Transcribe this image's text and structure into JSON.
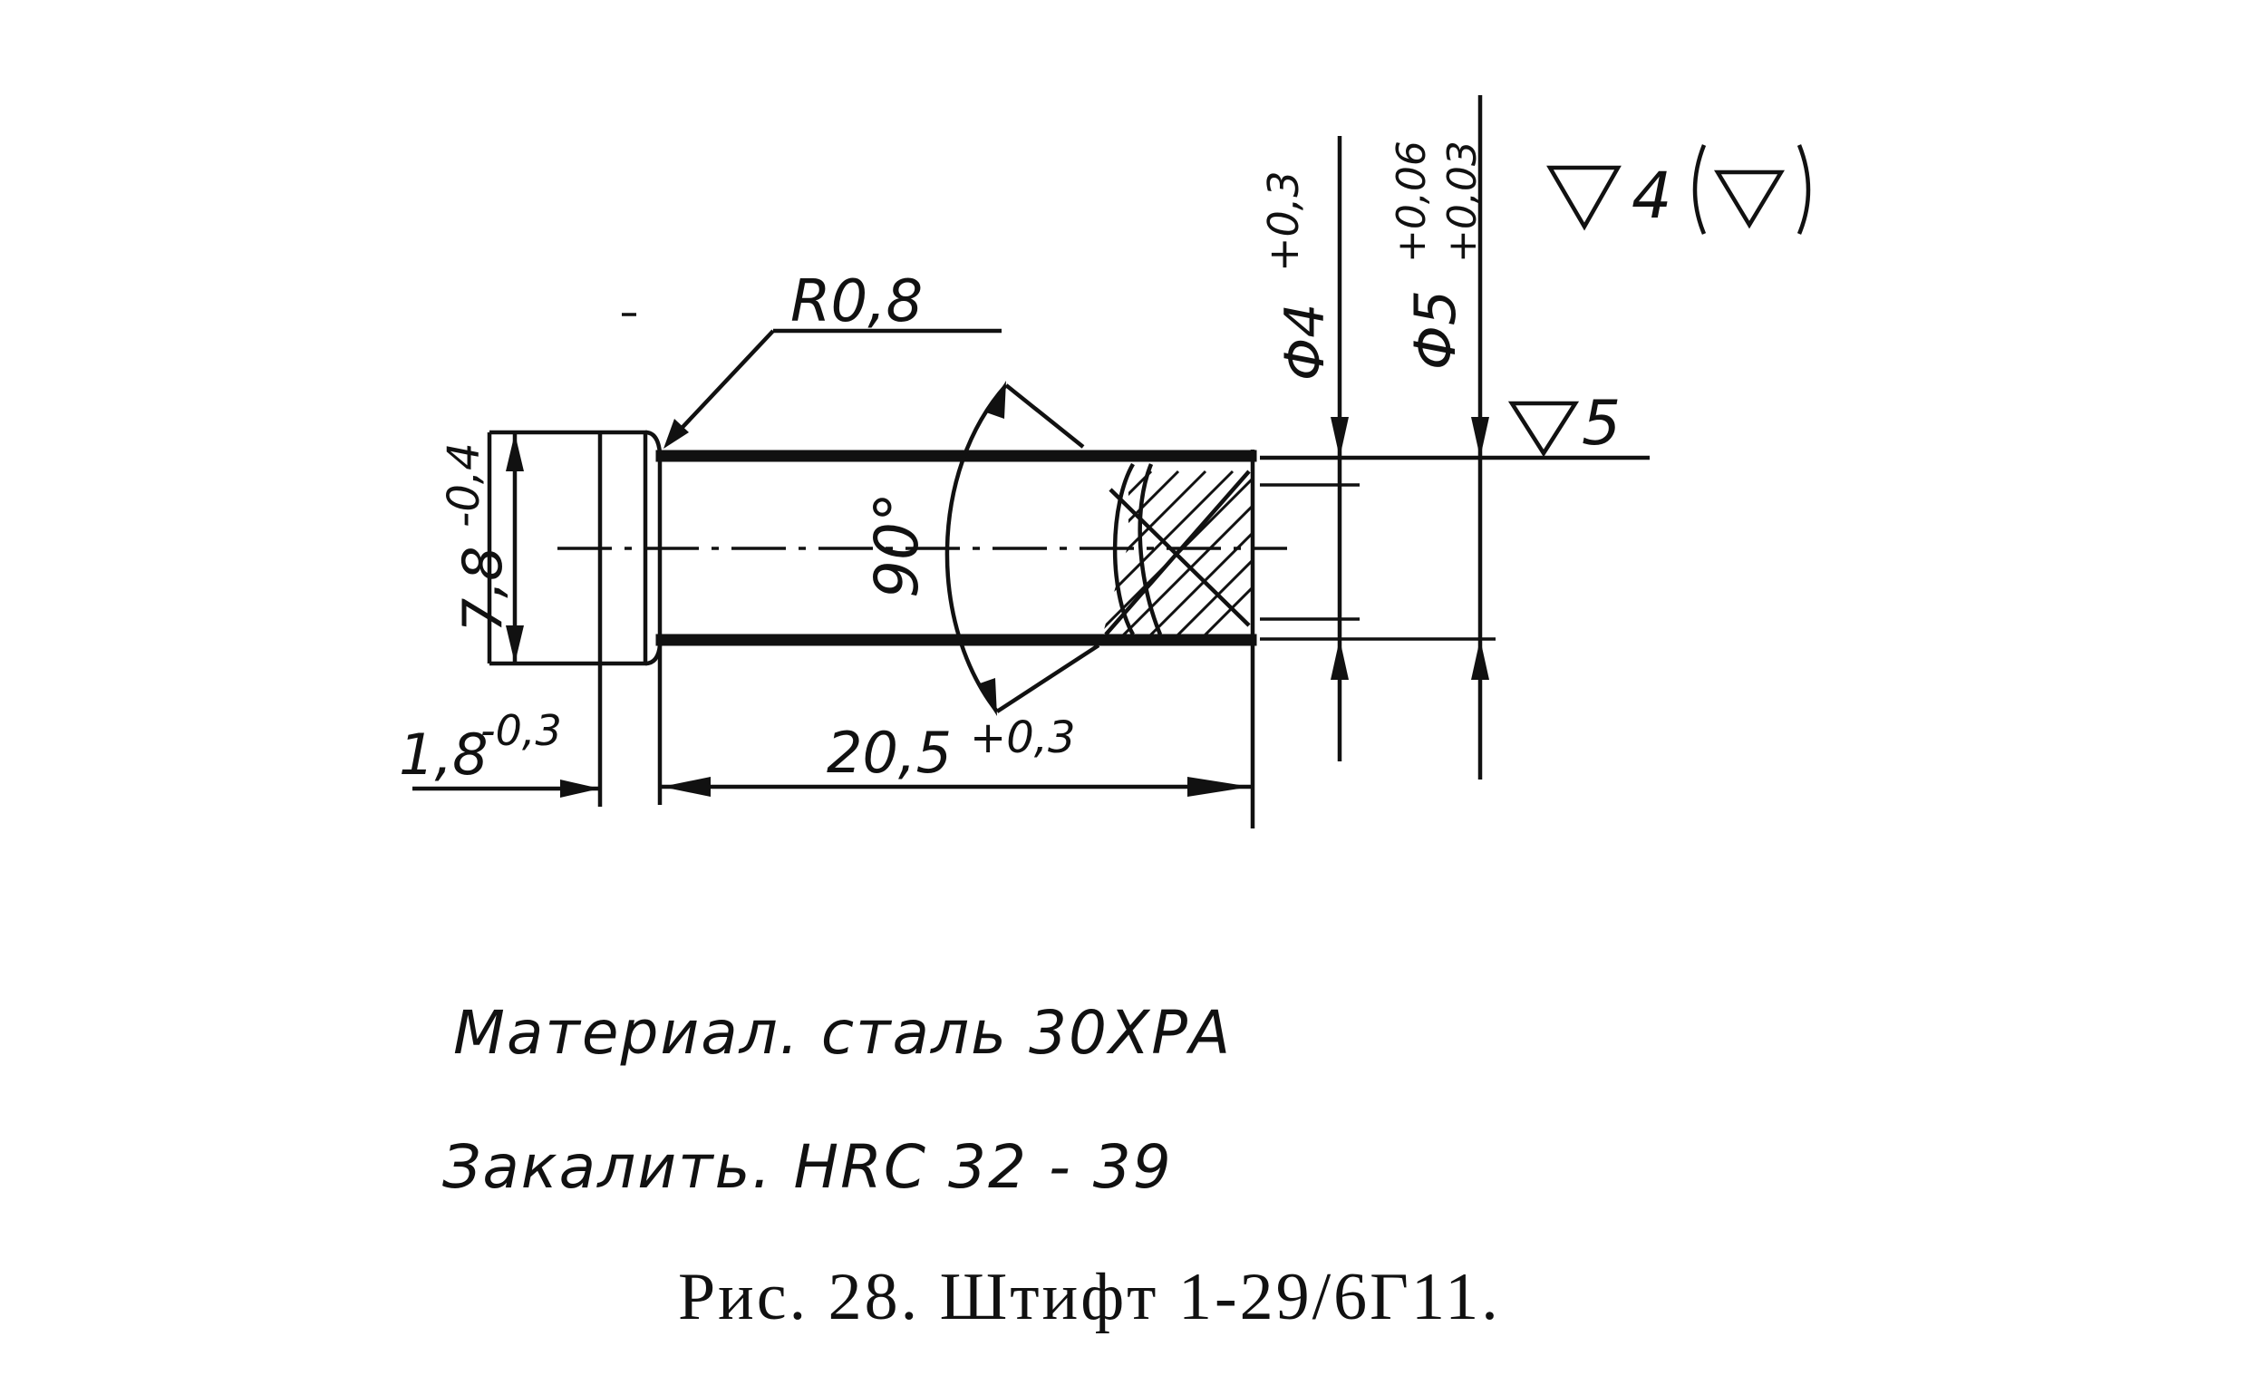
{
  "drawing": {
    "labels": {
      "radius": "R0,8",
      "angle": "90°",
      "head_height": "7,8",
      "head_height_tol": "-0,4",
      "head_thickness": "1,8",
      "head_thickness_tol": "-0,3",
      "length": "20,5",
      "length_tol": "+0,3",
      "dia_inner": "Φ4",
      "dia_inner_tol": "+0,3",
      "dia_outer": "Φ5",
      "dia_outer_tol_upper": "+0,06",
      "dia_outer_tol_lower": "+0,03",
      "roughness_general": "4",
      "roughness_local": "5"
    }
  },
  "notes": {
    "material": "Материал. сталь  30ХРА",
    "hardening": "Закалить. HRC  32 - 39"
  },
  "caption": "Рис. 28. Штифт 1-29/6Г11."
}
